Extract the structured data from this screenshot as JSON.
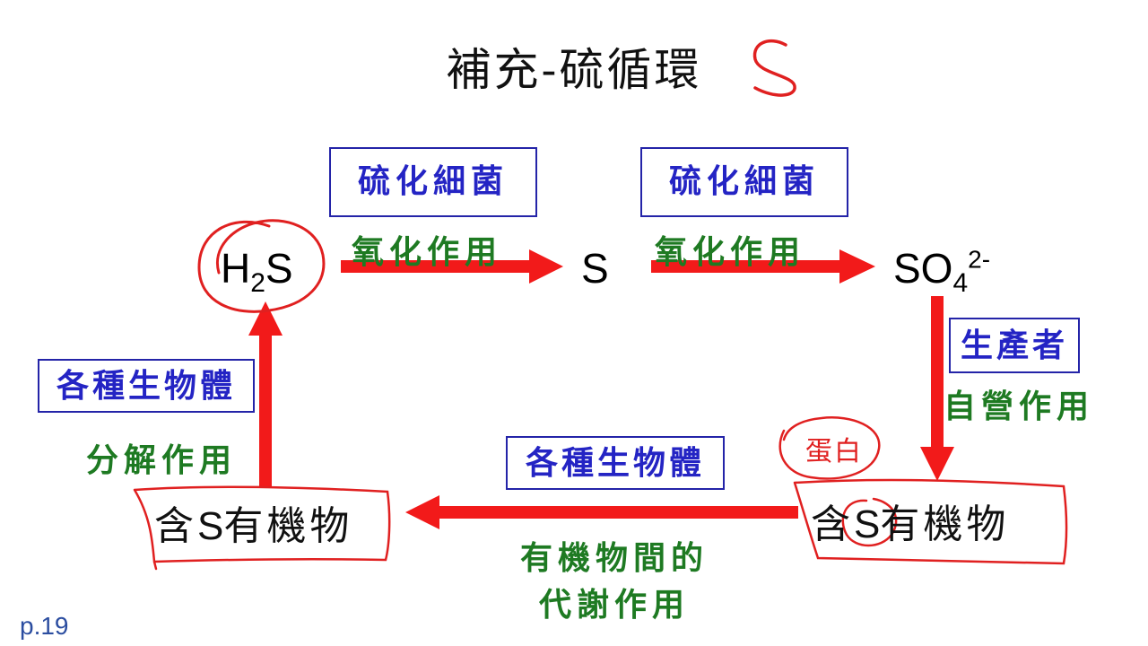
{
  "title": "補充-硫循環",
  "annotation_s": "S",
  "annotation_protein": "蛋白",
  "nodes": {
    "h2s_main": "H",
    "h2s_sub": "2",
    "h2s_tail": "S",
    "s": "S",
    "so4_main": "SO",
    "so4_sub": "4",
    "so4_sup": "2-",
    "organic_left_pre": "含",
    "organic_left_s": "S",
    "organic_left_post": "有機物",
    "organic_right_pre": "含",
    "organic_right_s": "S",
    "organic_right_post": "有機物"
  },
  "labels": {
    "box1": "硫化細菌",
    "green1": "氧化作用",
    "box2": "硫化細菌",
    "green2": "氧化作用",
    "box3": "生產者",
    "green3": "自營作用",
    "box4": "各種生物體",
    "green4_line1": "有機物間的",
    "green4_line2": "代謝作用",
    "box5": "各種生物體",
    "green5": "分解作用"
  },
  "page_number": "p.19",
  "colors": {
    "arrow": "#f21a1a",
    "ink": "#e02020",
    "box_border": "#2424a8",
    "box_text": "#2424c4",
    "green": "#1e7a22"
  }
}
